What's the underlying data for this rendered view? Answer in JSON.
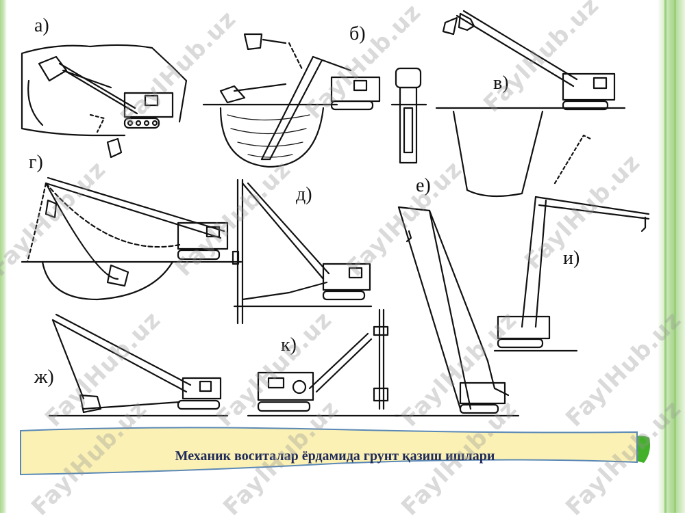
{
  "slide": {
    "caption": "Механик воситалар ёрдамида грунт қазиш ишлари",
    "colors": {
      "accent_green": "#a9d68d",
      "caption_fill": "#fbf1b5",
      "caption_border": "#5a88b5",
      "caption_text": "#1f2a5a",
      "line": "#111111"
    }
  },
  "figure": {
    "labels": {
      "a": "а)",
      "b": "б)",
      "v": "в)",
      "g": "г)",
      "d": "д)",
      "e": "е)",
      "zh": "ж)",
      "k": "к)",
      "i": "и)"
    }
  },
  "watermark": {
    "text": "FaylHub.uz"
  }
}
